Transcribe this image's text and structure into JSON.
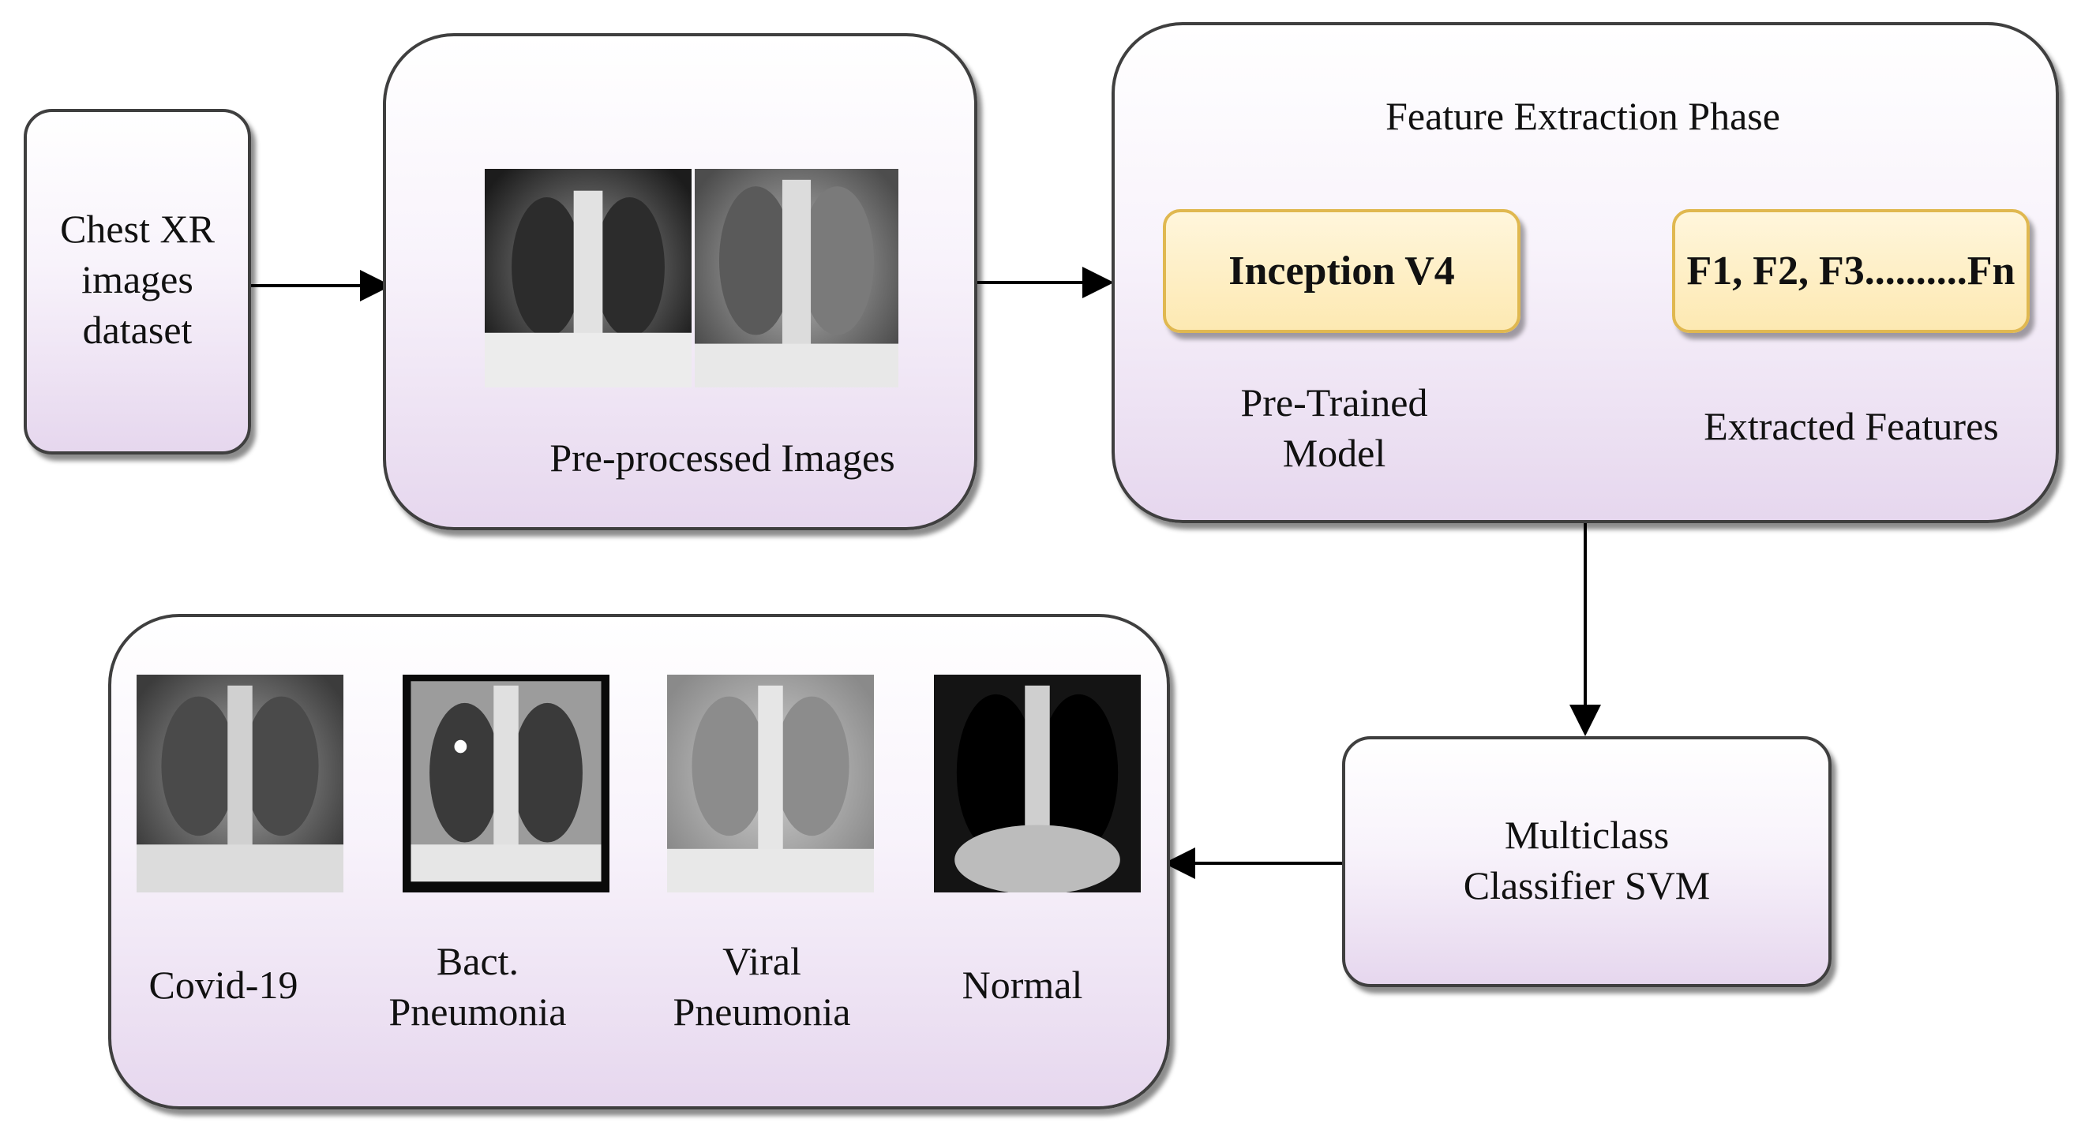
{
  "dataset_box": {
    "text": "Chest XR images dataset"
  },
  "preprocess_box": {
    "caption": "Pre-processed Images"
  },
  "feature_phase": {
    "title": "Feature Extraction Phase",
    "model_label": "Inception V4",
    "model_caption": "Pre-Trained Model",
    "features_label": "F1, F2, F3..........Fn",
    "features_caption": "Extracted Features"
  },
  "classifier_box": {
    "text": "Multiclass Classifier SVM"
  },
  "output_classes": [
    {
      "label": "Covid-19"
    },
    {
      "label": "Bact. Pneumonia"
    },
    {
      "label": "Viral Pneumonia"
    },
    {
      "label": "Normal"
    }
  ]
}
